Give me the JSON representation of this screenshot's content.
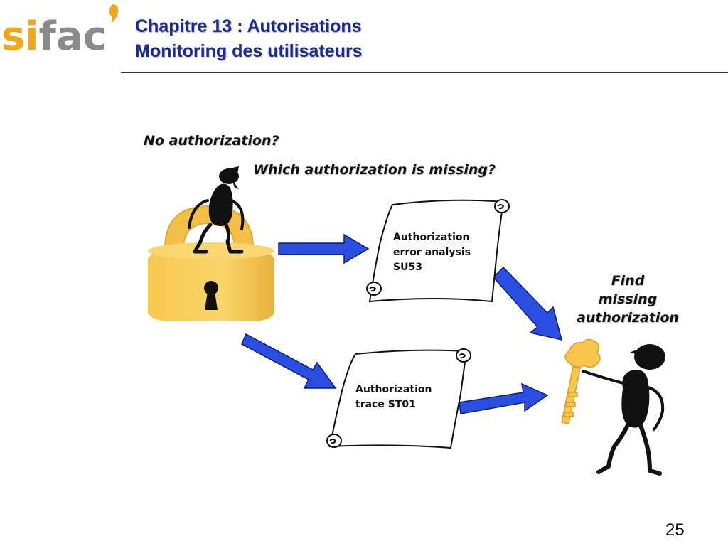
{
  "logo": {
    "text": "sifac"
  },
  "header": {
    "line1": "Chapitre 13 : Autorisations",
    "line2": "Monitoring des utilisateurs"
  },
  "diagram": {
    "question1": "No authorization?",
    "question2": "Which authorization is missing?",
    "scroll_top": "Authorization\nerror analysis\nSU53",
    "scroll_bottom": "Authorization\ntrace ST01",
    "result": "Find\nmissing\nauthorization"
  },
  "footer": {
    "page_number": "25"
  },
  "colors": {
    "title": "#1b2a8c",
    "logo_orange": "#f2a71b",
    "logo_grey": "#8a8a8a",
    "arrow_blue": "#2a4ee0",
    "lock_gold": "#f5c544",
    "key_gold": "#f7c64a"
  }
}
